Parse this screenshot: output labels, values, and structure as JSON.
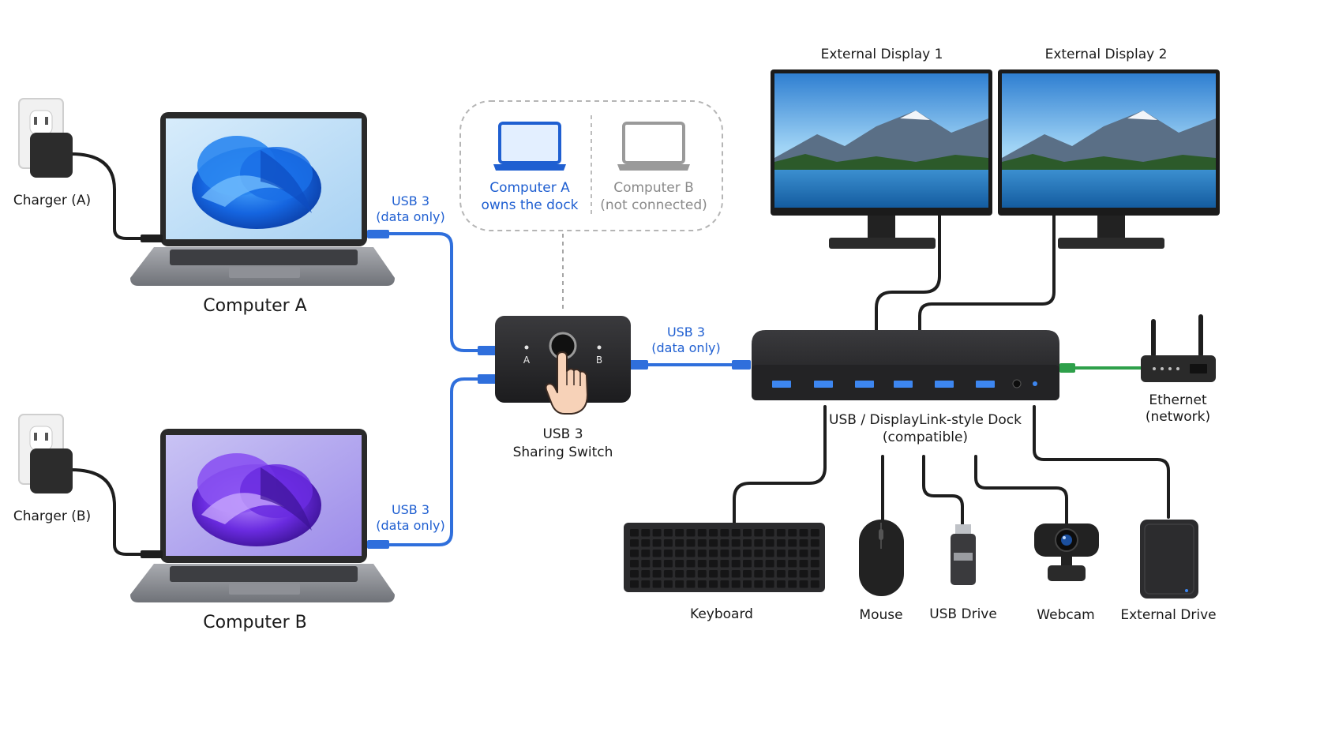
{
  "labels": {
    "charger_a": "Charger (A)",
    "charger_b": "Charger (B)",
    "computer_a": "Computer A",
    "computer_b": "Computer B",
    "usb_a_line1": "USB 3",
    "usb_a_line2": "(data only)",
    "usb_b_line1": "USB 3",
    "usb_b_line2": "(data only)",
    "usb_dock_line1": "USB 3",
    "usb_dock_line2": "(data only)",
    "switch_line1": "USB 3",
    "switch_line2": "Sharing Switch",
    "switch_port_a": "A",
    "switch_port_b": "B",
    "owner_line1": "Computer A",
    "owner_line2": "owns the dock",
    "idle_line1": "Computer B",
    "idle_line2": "(not connected)",
    "display_1": "External Display 1",
    "display_2": "External Display 2",
    "dock_line1": "USB / DisplayLink-style Dock",
    "dock_line2": "(compatible)",
    "ethernet_line1": "Ethernet",
    "ethernet_line2": "(network)",
    "keyboard": "Keyboard",
    "mouse": "Mouse",
    "usb_drive": "USB Drive",
    "webcam": "Webcam",
    "external_drive": "External Drive"
  },
  "colors": {
    "usb_cable": "#2f6fdc",
    "power_cable": "#1e1e1e",
    "ethernet_cable": "#2ea04a",
    "accent_blue": "#1f5fd1"
  },
  "icons": {
    "pointer": "hand-pointer-icon",
    "active_computer": "laptop-icon",
    "inactive_computer": "laptop-outline-icon"
  }
}
